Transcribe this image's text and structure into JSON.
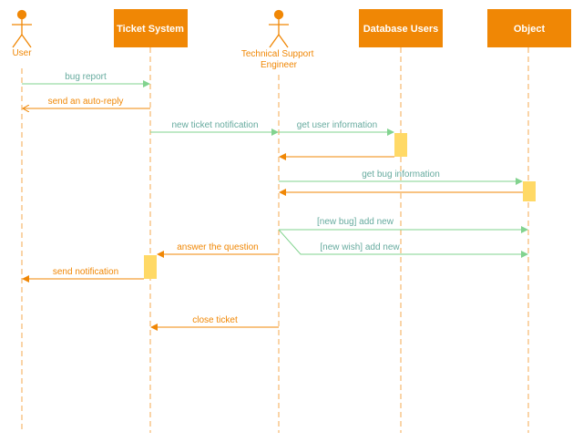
{
  "colors": {
    "orange": "#F08705",
    "green": "#82D38F",
    "activation": "#FFD966",
    "label_orange": "#F08705",
    "label_green": "#67AB9F"
  },
  "participants": {
    "user": "User",
    "ticket_system": "Ticket System",
    "tech_support": "Technical Support Engineer",
    "database_users": "Database Users",
    "object": "Object"
  },
  "messages": {
    "m1": "bug report",
    "m2": "send an auto-reply",
    "m3": "new ticket notification",
    "m4": "get user information",
    "m5": "get bug information",
    "m6": "[new bug] add new",
    "m7": "answer the question",
    "m8": "[new wish] add new",
    "m9": "send notification",
    "m10": "close ticket"
  }
}
